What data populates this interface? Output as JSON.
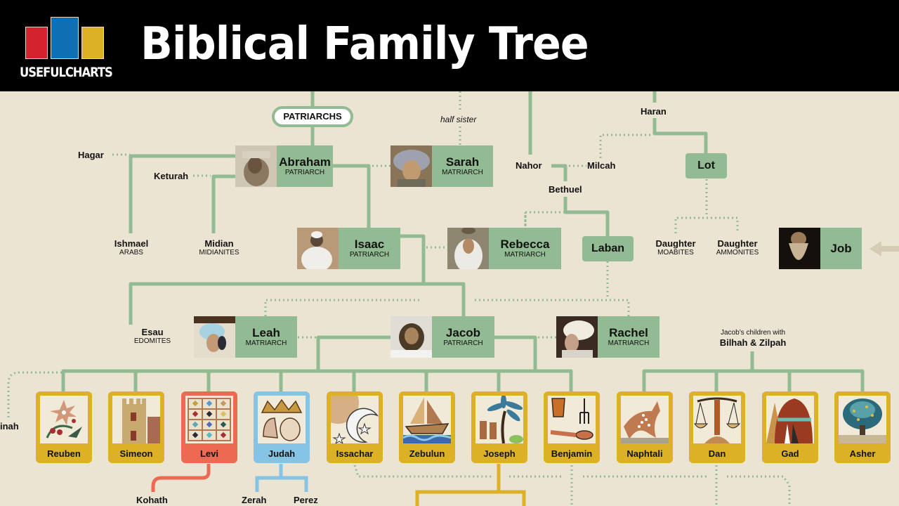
{
  "header": {
    "logo_text": "USEFULCHARTS",
    "logo_colors": [
      "#d4232f",
      "#0f6fb4",
      "#dcb126"
    ],
    "title": "Biblical Family Tree"
  },
  "colors": {
    "background": "#ece4d2",
    "node_green": "#93bb93",
    "tribe_gold": "#dcb126",
    "levi_red": "#ec6a52",
    "judah_blue": "#86c4e6"
  },
  "section_label": "PATRIARCHS",
  "annotations": {
    "half_sister": "half sister",
    "bilhah_zilpah_line1": "Jacob’s children with",
    "bilhah_zilpah_line2": "Bilhah & Zilpah"
  },
  "people": {
    "abraham": {
      "name": "Abraham",
      "role": "PATRIARCH",
      "portrait": "abraham-portrait"
    },
    "sarah": {
      "name": "Sarah",
      "role": "MATRIARCH",
      "portrait": "sarah-portrait"
    },
    "isaac": {
      "name": "Isaac",
      "role": "PATRIARCH",
      "portrait": "isaac-portrait"
    },
    "rebecca": {
      "name": "Rebecca",
      "role": "MATRIARCH",
      "portrait": "rebecca-portrait"
    },
    "leah": {
      "name": "Leah",
      "role": "MATRIARCH",
      "portrait": "leah-portrait"
    },
    "jacob": {
      "name": "Jacob",
      "role": "PATRIARCH",
      "portrait": "jacob-portrait"
    },
    "rachel": {
      "name": "Rachel",
      "role": "MATRIARCH",
      "portrait": "rachel-portrait"
    },
    "job": {
      "name": "Job",
      "portrait": "job-portrait"
    }
  },
  "boxes": {
    "lot": "Lot",
    "laban": "Laban"
  },
  "labels": {
    "hagar": "Hagar",
    "keturah": "Keturah",
    "ishmael": {
      "name": "Ishmael",
      "sub": "ARABS"
    },
    "midian": {
      "name": "Midian",
      "sub": "MIDIANITES"
    },
    "haran": "Haran",
    "nahor": "Nahor",
    "milcah": "Milcah",
    "bethuel": "Bethuel",
    "daughter1": {
      "name": "Daughter",
      "sub": "MOABITES"
    },
    "daughter2": {
      "name": "Daughter",
      "sub": "AMMONITES"
    },
    "esau": {
      "name": "Esau",
      "sub": "EDOMITES"
    },
    "dinah": "inah",
    "kohath": "Kohath",
    "zerah": "Zerah",
    "perez": "Perez"
  },
  "tribes": [
    {
      "name": "Reuben",
      "symbol": "flower-mandrake-icon",
      "color": "#dcb126"
    },
    {
      "name": "Simeon",
      "symbol": "tower-icon",
      "color": "#dcb126"
    },
    {
      "name": "Levi",
      "symbol": "breastplate-icon",
      "color": "#ec6a52"
    },
    {
      "name": "Judah",
      "symbol": "crown-harp-icon",
      "color": "#86c4e6"
    },
    {
      "name": "Issachar",
      "symbol": "sun-moon-stars-icon",
      "color": "#dcb126"
    },
    {
      "name": "Zebulun",
      "symbol": "ship-icon",
      "color": "#dcb126"
    },
    {
      "name": "Joseph",
      "symbol": "palm-tree-icon",
      "color": "#dcb126"
    },
    {
      "name": "Benjamin",
      "symbol": "jar-fork-pan-icon",
      "color": "#dcb126"
    },
    {
      "name": "Naphtali",
      "symbol": "deer-icon",
      "color": "#dcb126"
    },
    {
      "name": "Dan",
      "symbol": "scales-icon",
      "color": "#dcb126"
    },
    {
      "name": "Gad",
      "symbol": "tent-icon",
      "color": "#dcb126"
    },
    {
      "name": "Asher",
      "symbol": "tree-icon",
      "color": "#dcb126"
    }
  ]
}
